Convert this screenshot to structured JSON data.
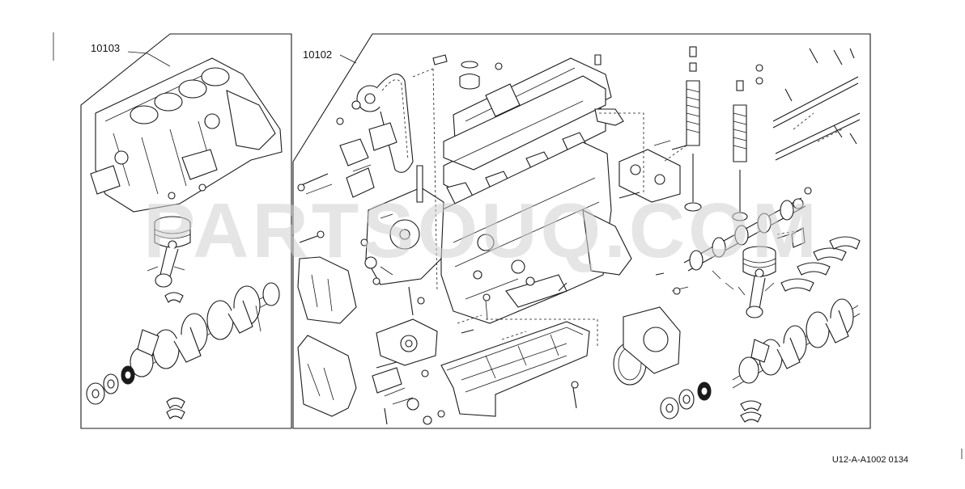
{
  "diagram": {
    "left_panel_label": "10103",
    "right_panel_label": "10102",
    "drawing_code": "U12-A-A1002 0134",
    "watermark": "PARTSOUQ.COM"
  },
  "colors": {
    "line": "#1a1a1a",
    "background": "#ffffff",
    "watermark": "#cfcfcf"
  }
}
